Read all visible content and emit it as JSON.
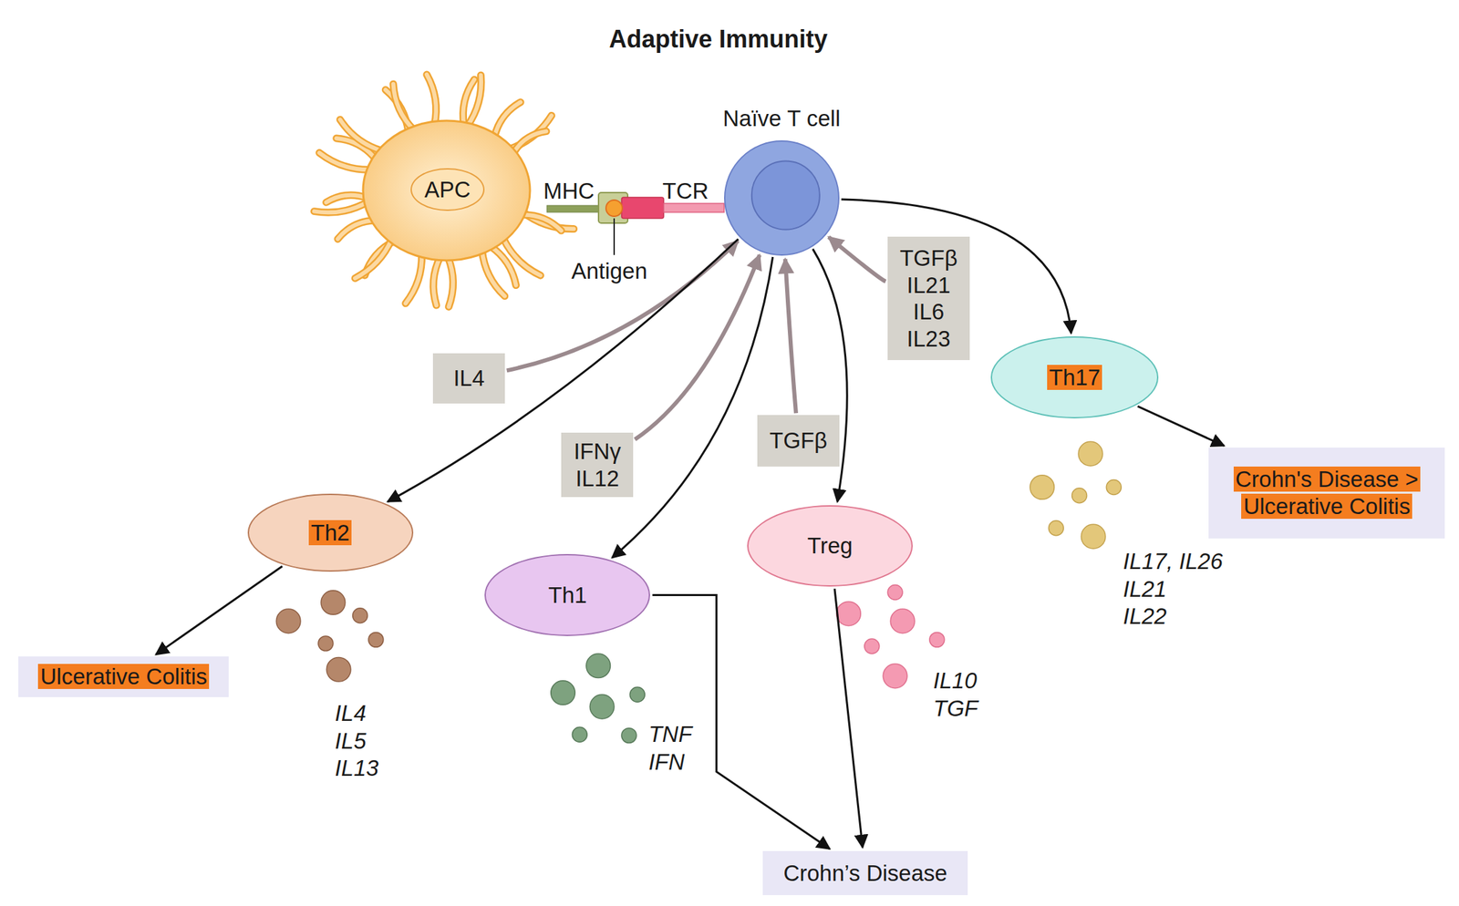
{
  "diagram": {
    "title": "Adaptive Immunity",
    "nodes": [
      {
        "text": [
          "APC"
        ]
      },
      {
        "text": [
          "Naïve T cell"
        ]
      },
      {
        "text": [
          "IL4"
        ]
      },
      {
        "text": [
          "IFNγ IL12"
        ]
      },
      {
        "text": [
          "TGFβ"
        ]
      },
      {
        "text": [
          "TGFβ IL21 IL6 IL23"
        ]
      },
      {
        "text": [
          "Th2"
        ]
      },
      {
        "text": [
          "Th1"
        ]
      },
      {
        "text": [
          "Treg"
        ]
      },
      {
        "text": [
          "Th17"
        ]
      },
      {
        "text": [
          "Ulcerative Colitis"
        ]
      },
      {
        "text": [
          "Crohn's Disease > Ulcerative Colitis"
        ]
      },
      {
        "text": [
          "Crohn’s Disease"
        ]
      }
    ],
    "edges": [
      {
        "from": 2,
        "to": 1,
        "arrow": "to"
      },
      {
        "from": 3,
        "to": 1,
        "arrow": "to"
      },
      {
        "from": 4,
        "to": 1,
        "arrow": "to"
      },
      {
        "from": 5,
        "to": 1,
        "arrow": "to"
      },
      {
        "from": 1,
        "to": 6,
        "arrow": "to"
      },
      {
        "from": 1,
        "to": 7,
        "arrow": "to"
      },
      {
        "from": 1,
        "to": 8,
        "arrow": "to"
      },
      {
        "from": 1,
        "to": 9,
        "arrow": "to"
      },
      {
        "from": 6,
        "to": 10,
        "arrow": "to"
      },
      {
        "from": 7,
        "to": 12,
        "arrow": "to"
      },
      {
        "from": 8,
        "to": 12,
        "arrow": "to"
      },
      {
        "from": 9,
        "to": 11,
        "arrow": "to"
      }
    ],
    "labels": [
      "MHC",
      "TCR",
      "Antigen",
      "IL4",
      "IL5",
      "IL13",
      "TNF",
      "IFN",
      "IL10",
      "TGF",
      "IL17, IL26",
      "IL21",
      "IL22"
    ]
  }
}
